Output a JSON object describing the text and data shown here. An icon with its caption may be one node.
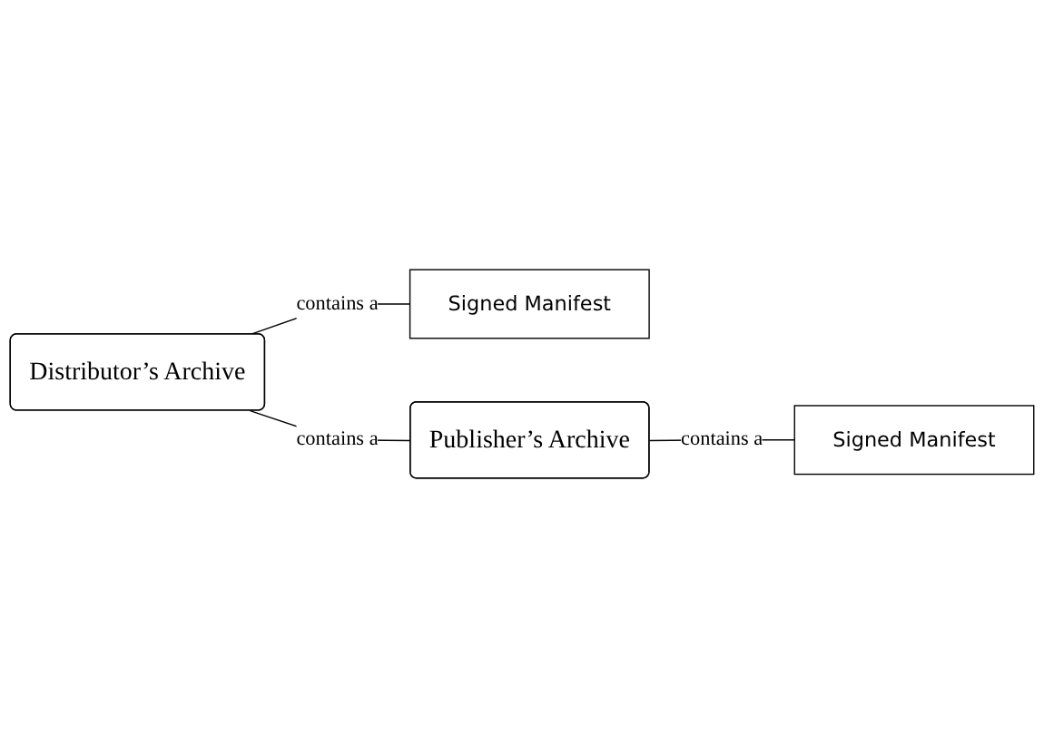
{
  "diagram": {
    "nodes": [
      {
        "text": [
          "Signed Manifest"
        ]
      },
      {
        "text": [
          "Distributor’s Archive"
        ]
      },
      {
        "text": [
          "Signed Manifest"
        ]
      },
      {
        "text": [
          "Publisher’s Archive"
        ]
      }
    ],
    "edges": [
      {
        "from": 1,
        "to": 0,
        "arrow": "none",
        "label": "contains a"
      },
      {
        "from": 1,
        "to": 3,
        "arrow": "none",
        "label": "contains a"
      },
      {
        "from": 3,
        "to": 2,
        "arrow": "none",
        "label": "contains a"
      }
    ]
  }
}
